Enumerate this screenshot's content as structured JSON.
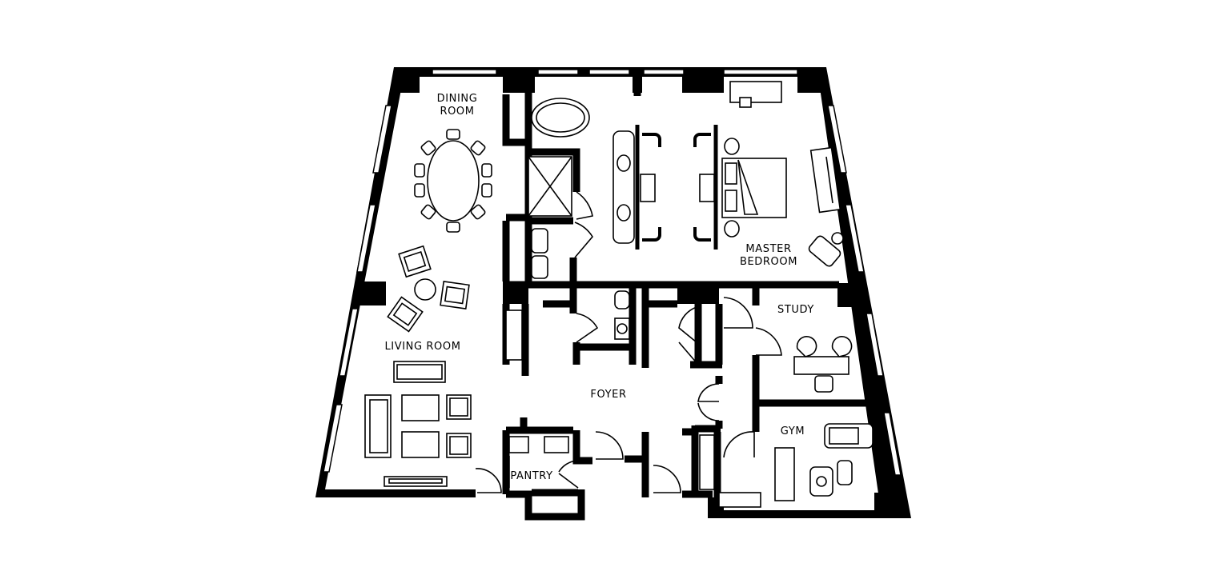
{
  "rooms": {
    "dining_line1": "DINING",
    "dining_line2": "ROOM",
    "living": "LIVING ROOM",
    "master_line1": "MASTER",
    "master_line2": "BEDROOM",
    "study": "STUDY",
    "foyer": "FOYER",
    "gym": "GYM",
    "pantry": "PANTRY"
  },
  "colors": {
    "wall": "#000000",
    "background": "#ffffff"
  }
}
